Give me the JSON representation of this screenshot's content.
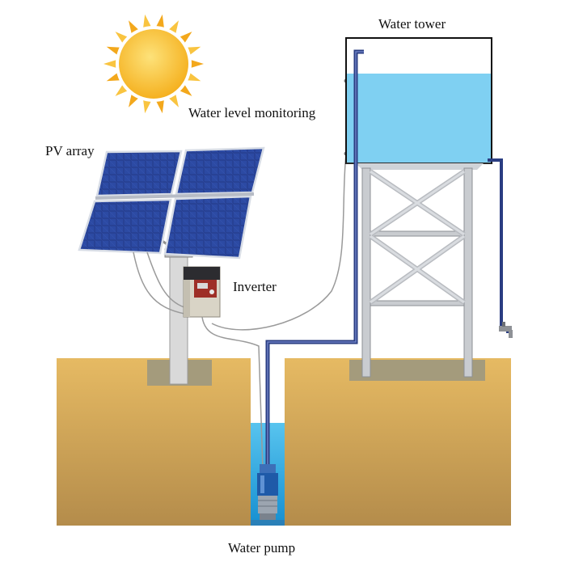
{
  "labels": {
    "water_tower": "Water tower",
    "water_level_monitoring": "Water level monitoring",
    "pv_array": "PV array",
    "inverter": "Inverter",
    "water_pump": "Water pump"
  },
  "colors": {
    "soil_top": "#e4b760",
    "soil_bottom": "#b9914e",
    "water": "#7fd0f2",
    "well_water": "#24a9e6",
    "panel": "#223a86",
    "pipe": "#2a3d82",
    "sun": "#f7b81e",
    "sun_core": "#fbd24f",
    "steel": "#c9ccd0",
    "inverter_body": "#d6d1c4"
  }
}
